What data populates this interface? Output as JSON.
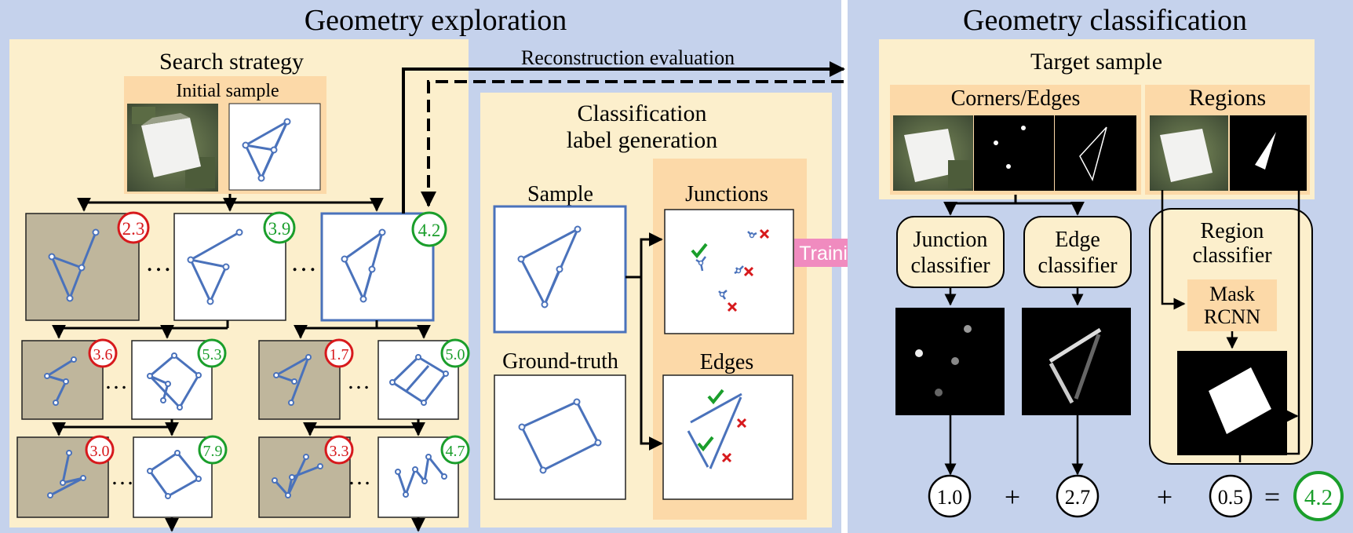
{
  "exploration": {
    "title": "Geometry exploration",
    "search_title": "Search strategy",
    "initial_label": "Initial sample",
    "ellipsis": "…",
    "recon_label": "Reconstruction evaluation",
    "scores": {
      "r1a": "2.3",
      "r1b": "3.9",
      "r1c": "4.2",
      "r2a": "3.6",
      "r2b": "5.3",
      "r2c": "1.7",
      "r2d": "5.0",
      "r3a": "3.0",
      "r3b": "7.9",
      "r3c": "3.3",
      "r3d": "4.7"
    },
    "label_gen_title_1": "Classification",
    "label_gen_title_2": "label generation",
    "sample_label": "Sample",
    "gt_label": "Ground-truth",
    "junctions_label": "Junctions",
    "edges_label": "Edges"
  },
  "training_label": "Training",
  "classification": {
    "title": "Geometry classification",
    "target_title": "Target sample",
    "corners_label": "Corners/Edges",
    "regions_label": "Regions",
    "junction_clf_1": "Junction",
    "junction_clf_2": "classifier",
    "edge_clf_1": "Edge",
    "edge_clf_2": "classifier",
    "region_clf_1": "Region",
    "region_clf_2": "classifier",
    "mask_1": "Mask",
    "mask_2": "RCNN",
    "result_j": "1.0",
    "result_e": "2.7",
    "result_r": "0.5",
    "plus": "+",
    "equals": "=",
    "result_total": "4.2"
  },
  "colors": {
    "panel_blue": "#c5d2ec",
    "cream": "#fcefcc",
    "orange_box": "#fcd9a8",
    "line_blue": "#4a72bb",
    "red": "#d7191c",
    "green": "#1a9e2b",
    "pink": "#f08bbf",
    "tan": "#bfb69c"
  }
}
